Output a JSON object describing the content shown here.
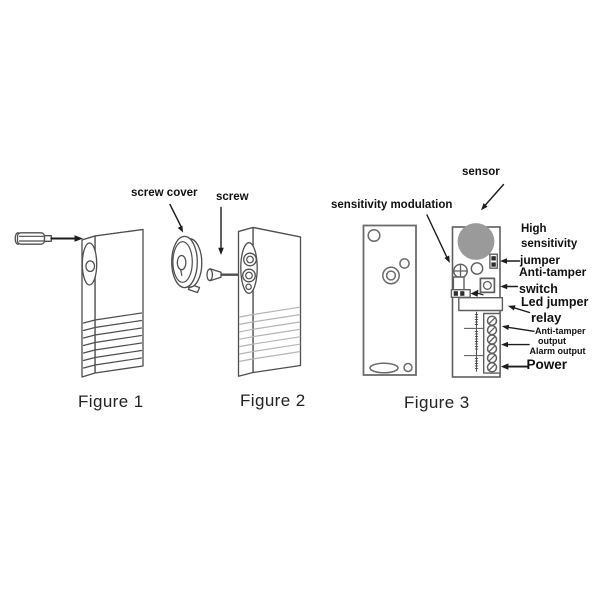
{
  "fig1": {
    "caption": "Figure 1"
  },
  "fig2": {
    "caption": "Figure 2",
    "screw_cover_label": "screw cover",
    "screw_label": "screw"
  },
  "fig3": {
    "caption": "Figure 3",
    "sensor_label": "sensor",
    "sensitivity_modulation_label": "sensitivity modulation",
    "high_sensitivity_jumper_label": [
      "High",
      "sensitivity",
      "jumper"
    ],
    "anti_tamper_switch_label": [
      "Anti-tamper",
      "switch"
    ],
    "led_jumper_label": "Led jumper",
    "relay_label": "relay",
    "anti_tamper_output_label": [
      "Anti-tamper",
      "output"
    ],
    "alarm_output_label": "Alarm output",
    "power_label": "Power"
  },
  "colors": {
    "line": "#4f4f4f",
    "plate_line": "#6b6b6b",
    "pcb_line": "#5f5f5f",
    "arrow": "#1c1c1c",
    "text": "#111111",
    "sensor_fill": "#9a9a9a",
    "vent_light": "#b5b5b5",
    "dark_fill": "#2e2e2e",
    "background": "#ffffff"
  }
}
